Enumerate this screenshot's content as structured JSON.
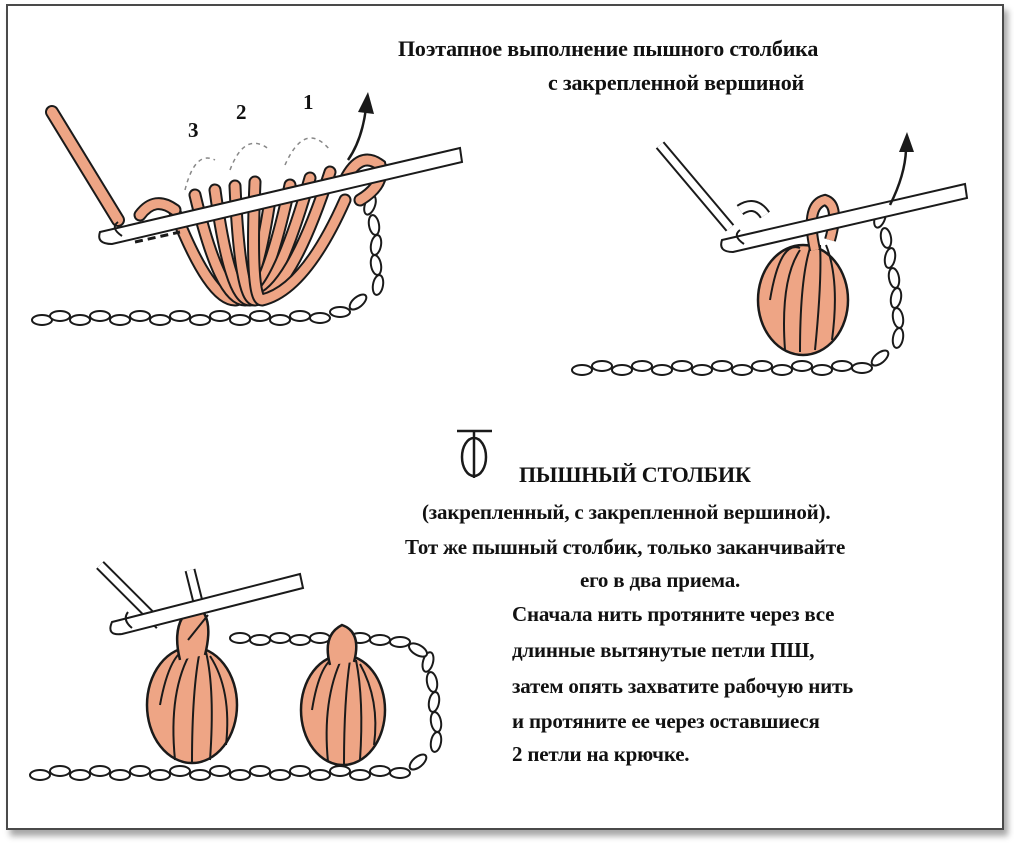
{
  "title": {
    "line1": "Поэтапное выполнение пышного столбика",
    "line2": "с закрепленной вершиной"
  },
  "step_numbers": [
    "3",
    "2",
    "1"
  ],
  "symbol": {
    "name": "ПЫШНЫЙ СТОЛБИК",
    "subtitle": "(закрепленный, с закрепленной вершиной)."
  },
  "description": [
    "Тот же пышный столбик, только заканчивайте",
    "его в два приема.",
    "Сначала нить протяните через все",
    "длинные вытянутые петли ПШ,",
    "затем опять захватите рабочую нить",
    "и протяните ее через оставшиеся",
    "2 петли на крючке."
  ],
  "colors": {
    "yarn": "#eea585",
    "chain": "#ffffff",
    "outline": "#1a1a1a",
    "hook": "#ffffff"
  }
}
